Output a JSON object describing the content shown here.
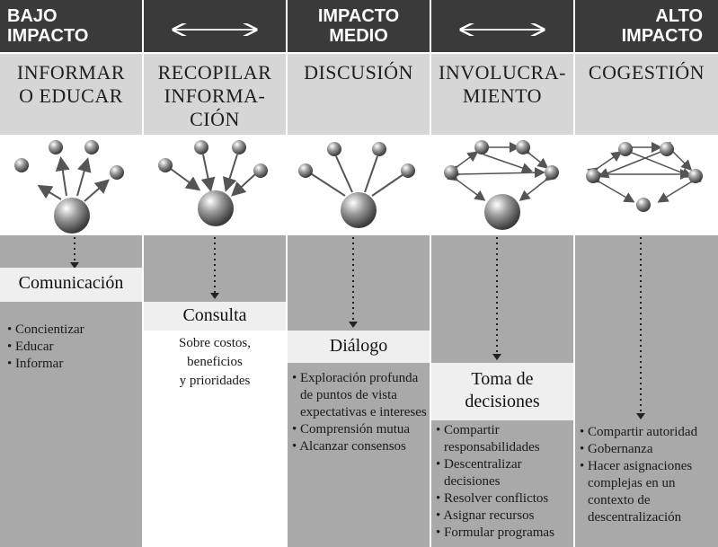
{
  "headers": [
    {
      "text": "BAJO\nIMPACTO",
      "arrow": false
    },
    {
      "text": "",
      "arrow": true
    },
    {
      "text": "IMPACTO\nMEDIO",
      "arrow": false
    },
    {
      "text": "",
      "arrow": true
    },
    {
      "text": "ALTO\nIMPACTO",
      "arrow": false
    }
  ],
  "titles": [
    "INFORMAR\nO EDUCAR",
    "RECOPILAR\nINFORMA-\nCIÓN",
    "DISCUSIÓN",
    "INVOLUCRA-\nMIENTO",
    "COGESTIÓN"
  ],
  "levels": [
    "Comunicación",
    "Consulta",
    "Diálogo",
    "Toma de\ndecisiones",
    ""
  ],
  "col1_items": [
    "Concientizar",
    "Educar",
    "Informar"
  ],
  "col2_text": "Sobre costos,\nbeneficios\ny prioridades",
  "col3_items": [
    "Exploración profunda de puntos de vista expectativas e intereses",
    "Comprensión mutua",
    "Alcanzar consensos"
  ],
  "col4_items": [
    "Compartir responsabilidades",
    "Descentralizar decisiones",
    "Resolver conflictos",
    "Asignar recursos",
    "Formular programas"
  ],
  "col5_items": [
    "Compartir autoridad",
    "Gobernanza",
    "Hacer asignaciones complejas en un contexto de descentralización"
  ]
}
